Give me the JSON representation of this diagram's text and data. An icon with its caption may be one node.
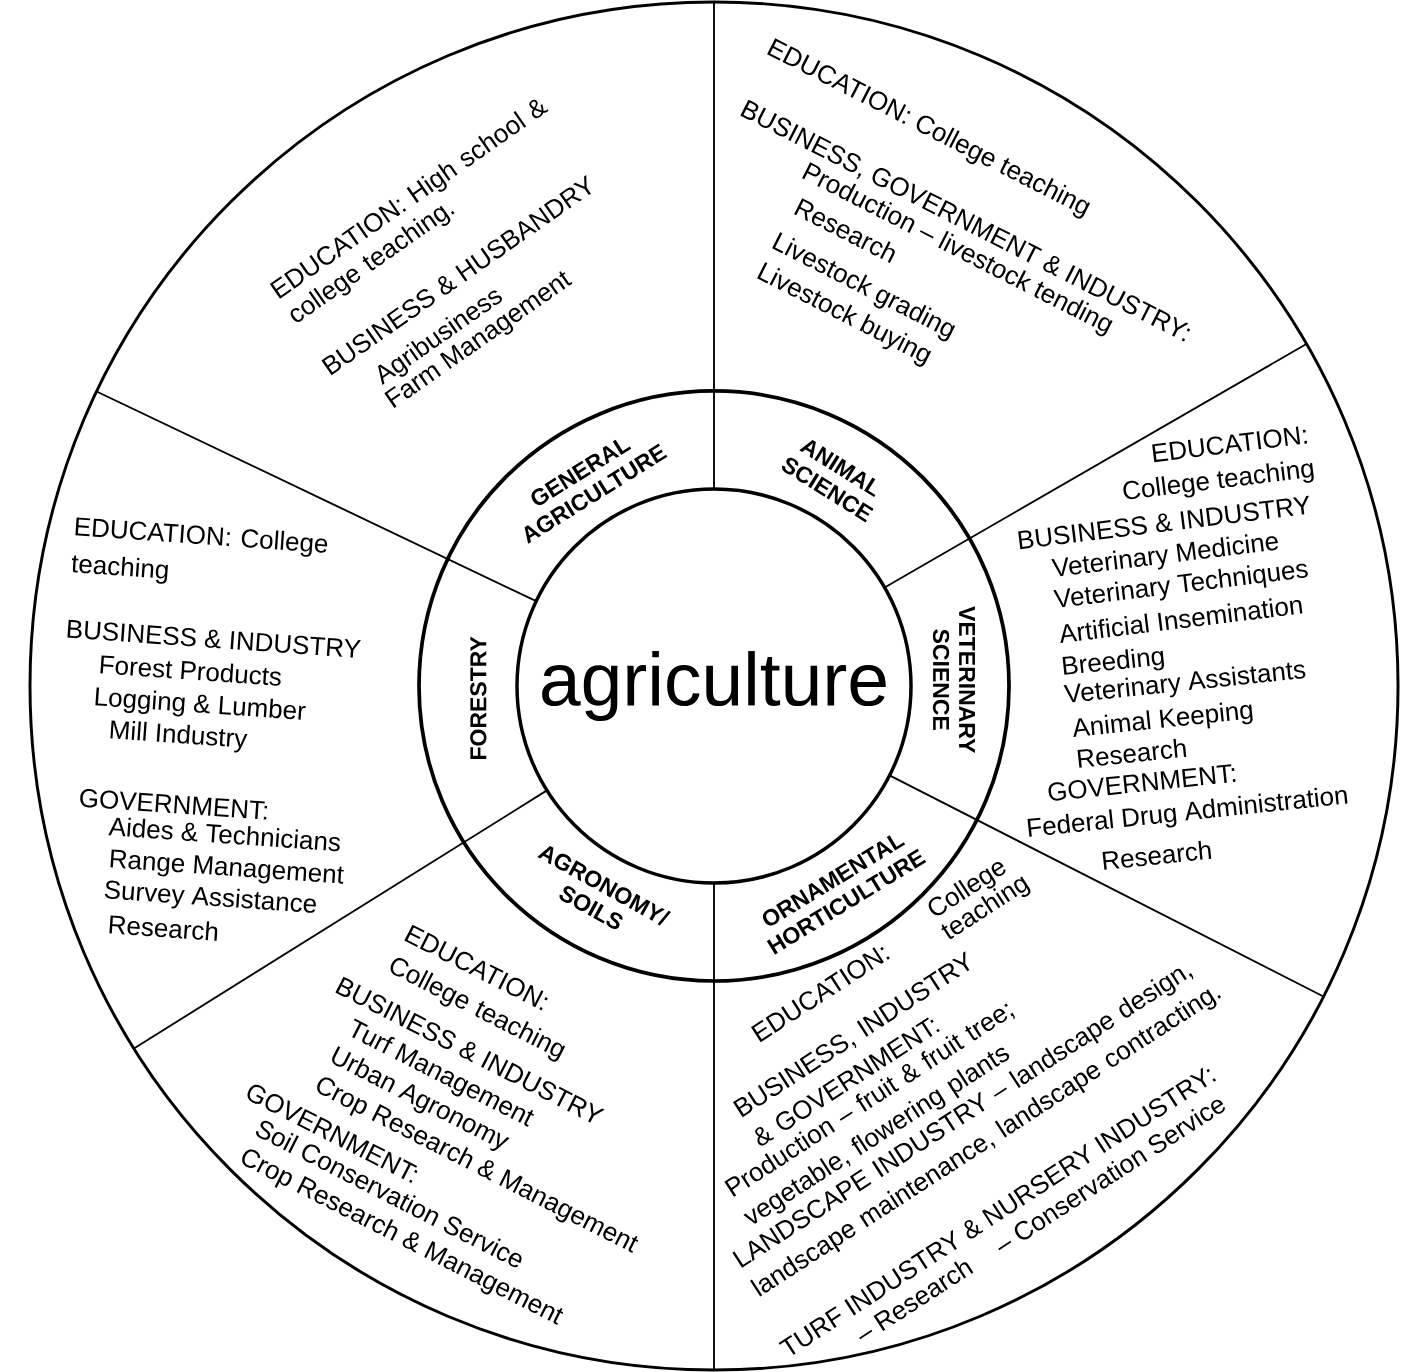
{
  "diagram": {
    "nodes": [
      {
        "text": [
          "agriculture"
        ]
      },
      {
        "text": [
          "GENERAL AGRICULTURE"
        ]
      },
      {
        "text": [
          "ANIMAL SCIENCE"
        ]
      },
      {
        "text": [
          "VETERINARY SCIENCE"
        ]
      },
      {
        "text": [
          "ORNAMENTAL HORTICULTURE"
        ]
      },
      {
        "text": [
          "AGRONOMY/ SOILS"
        ]
      },
      {
        "text": [
          "FORESTRY"
        ]
      },
      {
        "text": [
          "EDUCATION: High school & college teaching.",
          "BUSINESS & HUSBANDRY",
          "Agribusiness",
          "Farm Management"
        ]
      },
      {
        "text": [
          "EDUCATION: College teaching",
          "BUSINESS, GOVERNMENT & INDUSTRY:",
          "Production – livestock tending",
          "Research",
          "Livestock grading",
          "Livestock buying"
        ]
      },
      {
        "text": [
          "EDUCATION:",
          "College teaching",
          "BUSINESS & INDUSTRY",
          "Veterinary Medicine",
          "Veterinary Techniques",
          "Artificial Insemination",
          "Breeding",
          "Veterinary Assistants",
          "Animal Keeping",
          "Research",
          "GOVERNMENT:",
          "Federal Drug Administration",
          "Research"
        ]
      },
      {
        "text": [
          "EDUCATION:",
          "College teaching",
          "BUSINESS, INDUSTRY & GOVERNMENT:",
          "Production – fruit & fruit tree; vegetable, flowering plants",
          "LANDSCAPE INDUSTRY – landscape design, landscape maintenance, landscape contracting.",
          "TURF INDUSTRY & NURSERY INDUSTRY:",
          "– Research",
          "– Conservation Service"
        ]
      },
      {
        "text": [
          "EDUCATION: College teaching",
          "BUSINESS & INDUSTRY",
          "Turf Management",
          "Urban Agronomy",
          "Crop Research & Management",
          "GOVERNMENT:",
          "Soil Conservation Service",
          "Crop Research & Management"
        ]
      },
      {
        "text": [
          "EDUCATION: College teaching",
          "BUSINESS & INDUSTRY",
          "Forest Products",
          "Logging & Lumber",
          "Mill Industry",
          "GOVERNMENT:",
          "Aides & Technicians",
          "Range Management",
          "Survey Assistance",
          "Research"
        ]
      }
    ]
  }
}
